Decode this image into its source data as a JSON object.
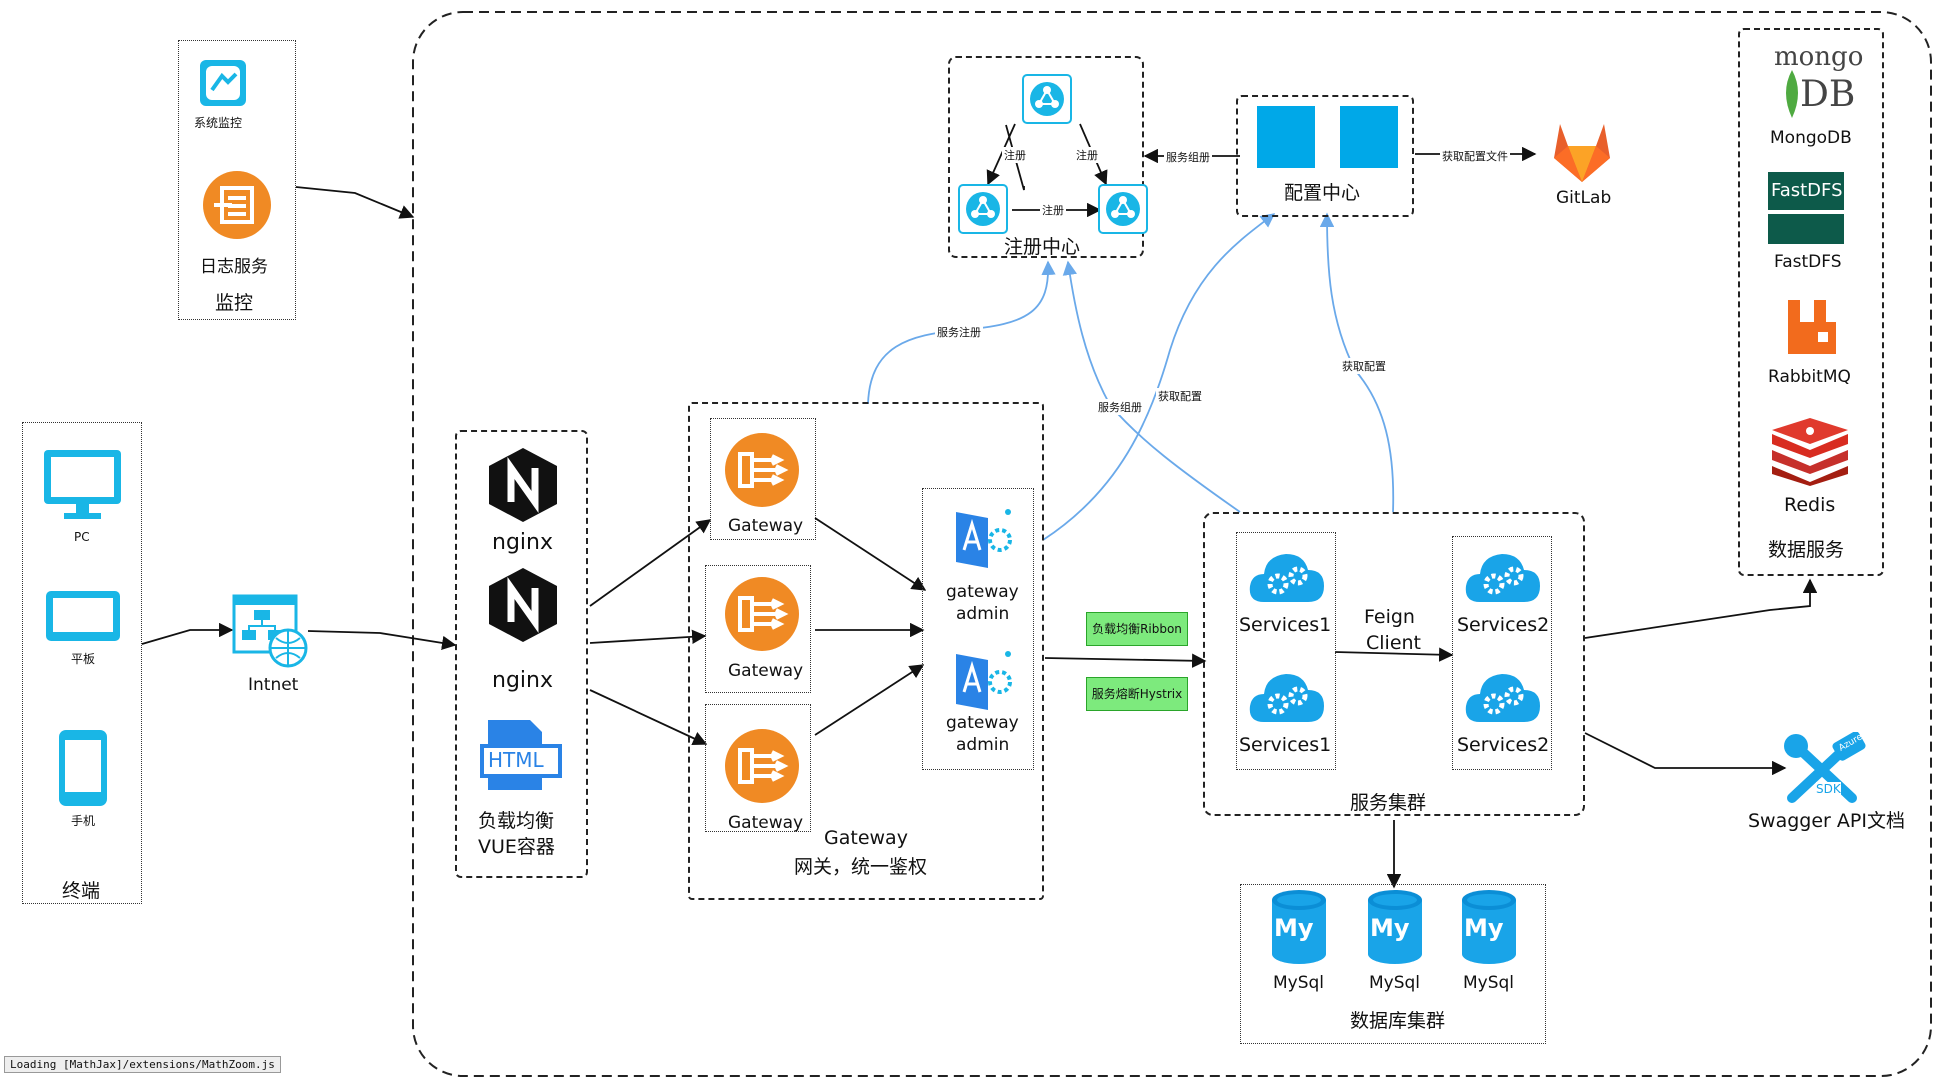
{
  "monitor": {
    "sys_label": "系统监控",
    "log_label": "日志服务",
    "title": "监控"
  },
  "terminal": {
    "pc": "PC",
    "tablet": "平板",
    "phone": "手机",
    "title": "终端"
  },
  "intnet": "Intnet",
  "nginx": {
    "label1": "nginx",
    "label2": "nginx",
    "html_text": "HTML",
    "title_line1": "负载均衡",
    "title_line2": "VUE容器"
  },
  "gateway": {
    "node_label": "Gateway",
    "admin_l1": "gateway",
    "admin_l2": "admin",
    "title_line1": "Gateway",
    "title_line2": "网关，统一鉴权"
  },
  "registry": {
    "title": "注册中心",
    "edge_register": "注册"
  },
  "config": {
    "title": "配置中心",
    "fetch_file": "获取配置文件",
    "service_group": "服务组册"
  },
  "gitlab": "GitLab",
  "edges": {
    "service_register": "服务注册",
    "service_group": "服务组册",
    "fetch_config": "获取配置"
  },
  "ribbon": "负载均衡Ribbon",
  "hystrix": "服务熔断Hystrix",
  "services": {
    "s1": "Services1",
    "s2": "Services2",
    "feign1": "Feign",
    "feign2": "Client",
    "title": "服务集群"
  },
  "db": {
    "mysql": "MySql",
    "my": "My",
    "title": "数据库集群"
  },
  "data_services": {
    "mongo_top": "mongo",
    "mongo_db": "DB",
    "mongodb": "MongoDB",
    "fastdfs_logo": "FastDFS",
    "fastdfs": "FastDFS",
    "rabbitmq": "RabbitMQ",
    "redis": "Redis",
    "title": "数据服务"
  },
  "swagger": {
    "label": "Swagger API文档",
    "sdk": "SDK",
    "azure": "Azure"
  },
  "status_bar": "Loading [MathJax]/extensions/MathZoom.js",
  "colors": {
    "orange": "#f08a24",
    "blue": "#00a3e8",
    "sky": "#17b0ea",
    "arrow_blue": "#6aa9ea",
    "green": "#7dea7d"
  }
}
